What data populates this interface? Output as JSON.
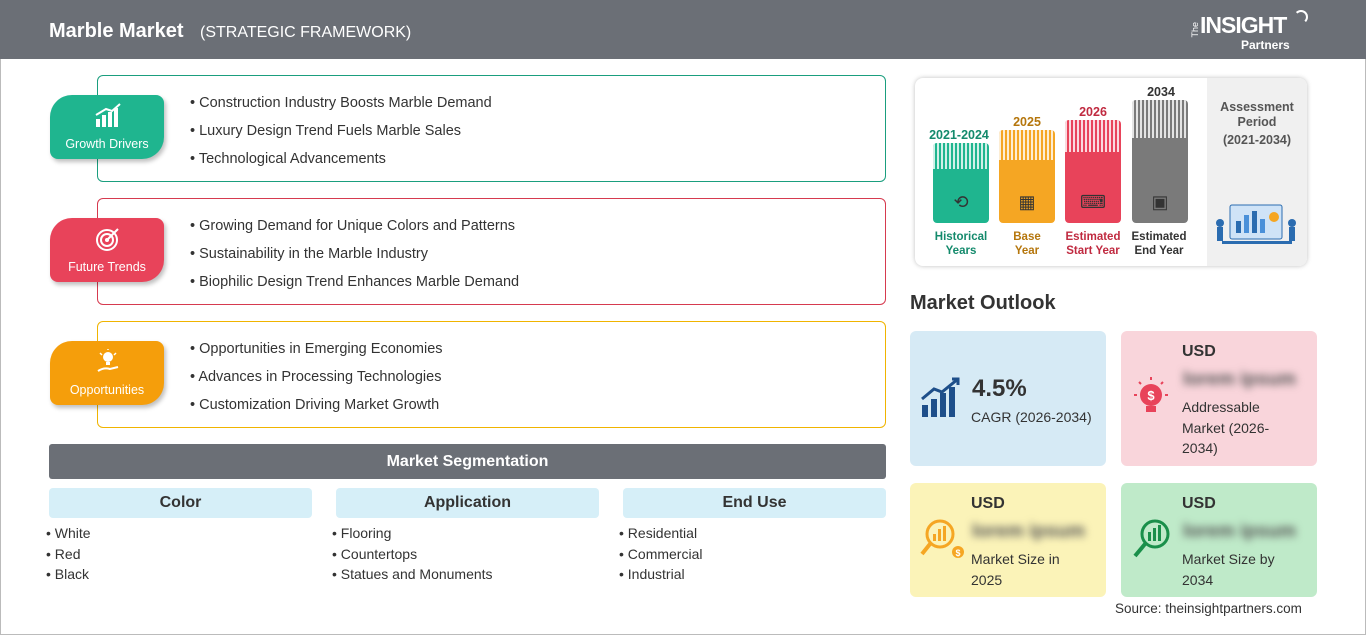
{
  "header": {
    "title": "Marble Market",
    "subtitle": "(STRATEGIC FRAMEWORK)",
    "logo": {
      "the": "The",
      "insight": "INSIGHT",
      "partners": "Partners"
    }
  },
  "framework": [
    {
      "label": "Growth Drivers",
      "color": "#1fb58f",
      "border": "#1a9e7e",
      "icon": "bar-growth-icon",
      "items": [
        "Construction Industry Boosts Marble Demand",
        "Luxury Design Trend Fuels Marble Sales",
        "Technological Advancements"
      ]
    },
    {
      "label": "Future Trends",
      "color": "#e8435a",
      "border": "#d63a4f",
      "icon": "target-icon",
      "items": [
        "Growing Demand for Unique Colors and Patterns",
        "Sustainability in the Marble Industry",
        "Biophilic Design Trend Enhances Marble Demand"
      ]
    },
    {
      "label": "Opportunities",
      "color": "#f59e0b",
      "border": "#f0b400",
      "icon": "lightbulb-hand-icon",
      "items": [
        "Opportunities in Emerging Economies",
        "Advances in Processing Technologies",
        "Customization Driving Market Growth"
      ]
    }
  ],
  "segmentation": {
    "title": "Market Segmentation",
    "columns": [
      {
        "head": "Color",
        "items": [
          "White",
          "Red",
          "Black"
        ]
      },
      {
        "head": "Application",
        "items": [
          "Flooring",
          "Countertops",
          "Statues and Monuments"
        ]
      },
      {
        "head": "End Use",
        "items": [
          "Residential",
          "Commercial",
          "Industrial"
        ]
      }
    ]
  },
  "timeline": {
    "bars": [
      {
        "year": "2021-2024",
        "caption": [
          "Historical",
          "Years"
        ],
        "color": "#1fb58f",
        "year_color": "#148a6c",
        "icon": "history-icon"
      },
      {
        "year": "2025",
        "caption": [
          "Base",
          "Year"
        ],
        "color": "#f5a623",
        "year_color": "#b5760c",
        "icon": "calendar-icon"
      },
      {
        "year": "2026",
        "caption": [
          "Estimated",
          "Start Year"
        ],
        "color": "#e8435a",
        "year_color": "#c02a40",
        "icon": "chart-start-icon"
      },
      {
        "year": "2034",
        "caption": [
          "Estimated",
          "End Year"
        ],
        "color": "#7a7a7a",
        "year_color": "#333333",
        "icon": "presentation-icon"
      }
    ],
    "assessment": {
      "title": [
        "Assessment",
        "Period"
      ],
      "period": "(2021-2034)"
    }
  },
  "outlook": {
    "title": "Market Outlook",
    "cagr": {
      "value": "4.5%",
      "label": "CAGR (2026-2034)"
    },
    "addressable": {
      "usd": "USD",
      "value": "lorem ipsum",
      "desc": [
        "Addressable",
        "Market (2026-",
        "2034)"
      ]
    },
    "size_2025": {
      "usd": "USD",
      "value": "lorem ipsum",
      "desc": [
        "Market Size in",
        "2025"
      ]
    },
    "size_2034": {
      "usd": "USD",
      "value": "lorem ipsum",
      "desc": [
        "Market Size by",
        "2034"
      ]
    }
  },
  "source": "Source: theinsightpartners.com"
}
